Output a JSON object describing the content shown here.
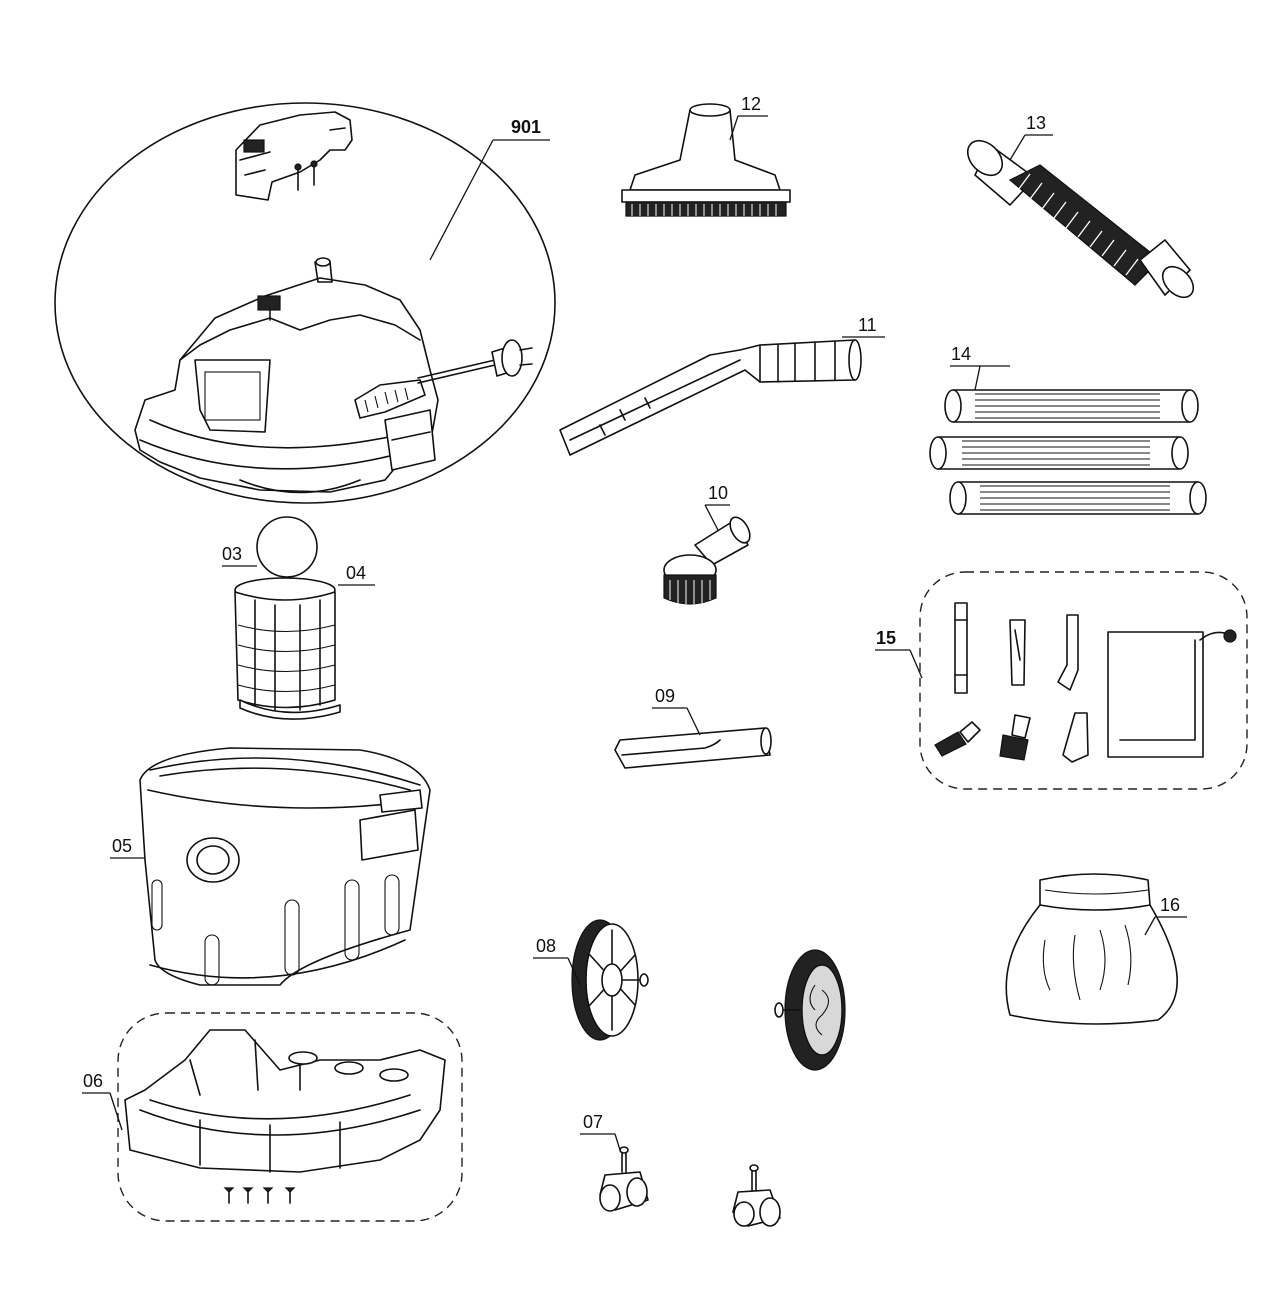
{
  "labels": {
    "p901": "901",
    "p03": "03",
    "p04": "04",
    "p05": "05",
    "p06": "06",
    "p07": "07",
    "p08": "08",
    "p09": "09",
    "p10": "10",
    "p11": "11",
    "p12": "12",
    "p13": "13",
    "p14": "14",
    "p15": "15",
    "p16": "16"
  },
  "icons": {
    "motor_head": "motor-head-assembly-icon",
    "float_ball": "float-ball-icon",
    "filter_cage": "filter-cage-icon",
    "container": "dirt-container-icon",
    "base": "base-frame-icon",
    "casters": "caster-wheel-icon",
    "wheels": "rear-wheel-icon",
    "crevice_short": "crevice-nozzle-icon",
    "round_brush": "round-brush-icon",
    "crevice_long": "long-crevice-nozzle-icon",
    "floor_nozzle": "floor-nozzle-icon",
    "hose": "suction-hose-icon",
    "tubes": "extension-tube-icon",
    "accessory_kit": "accessory-kit-icon",
    "bag": "filter-bag-icon"
  }
}
